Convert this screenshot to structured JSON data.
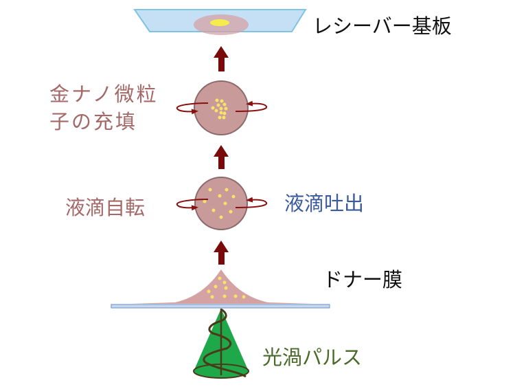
{
  "labels": {
    "receiver": "レシーバー基板",
    "nanoparticle_line1": "金ナノ微粒",
    "nanoparticle_line2": "子の充填",
    "droplet_rotation": "液滴自転",
    "droplet_ejection": "液滴吐出",
    "donor_film": "ドナー膜",
    "vortex_pulse": "光渦パルス"
  },
  "colors": {
    "arrow": "#7a0a0a",
    "droplet": "#c99a9a",
    "particle": "#f6e36a",
    "substrate": "#c5e0f5",
    "cone": "#1ea84a",
    "helix": "#4a3a1a",
    "label_red": "#a56868",
    "label_blue": "#3a5a9e",
    "label_green": "#4a6a28"
  }
}
